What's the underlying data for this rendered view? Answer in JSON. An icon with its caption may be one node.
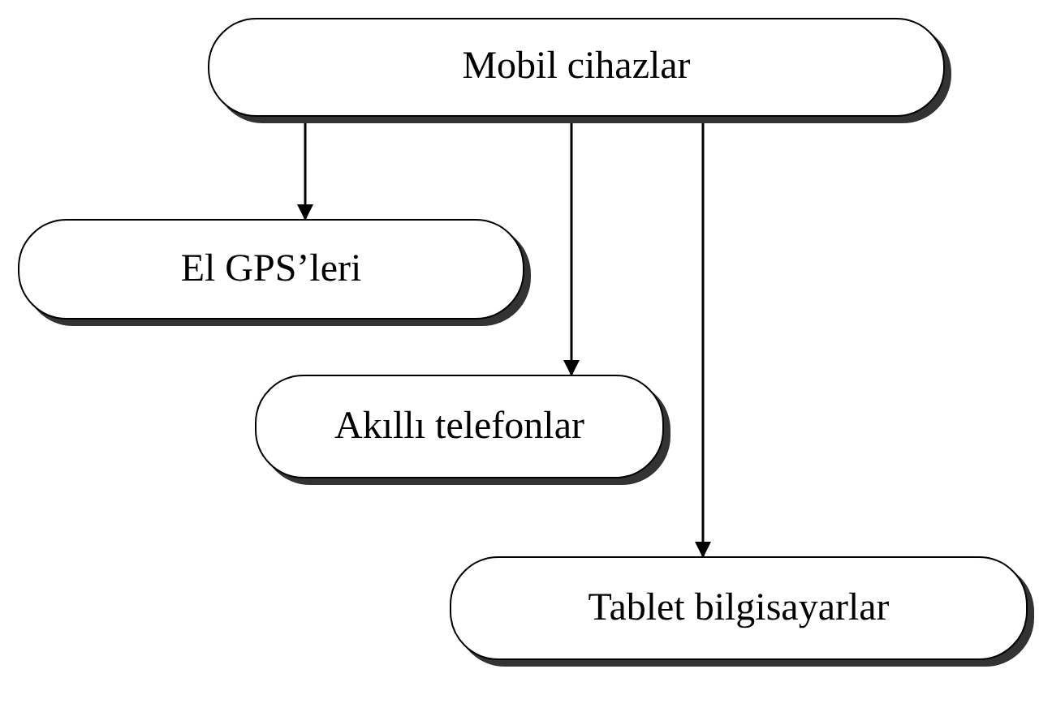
{
  "diagram": {
    "nodes": [
      {
        "text": [
          "Mobil cihazlar"
        ]
      },
      {
        "text": [
          "El GPS’leri"
        ]
      },
      {
        "text": [
          "Akıllı telefonlar"
        ]
      },
      {
        "text": [
          "Tablet bilgisayarlar"
        ]
      }
    ],
    "edges": [
      {
        "from": 0,
        "to": 1,
        "arrow": "to"
      },
      {
        "from": 0,
        "to": 2,
        "arrow": "to"
      },
      {
        "from": 0,
        "to": 3,
        "arrow": "to"
      }
    ]
  }
}
